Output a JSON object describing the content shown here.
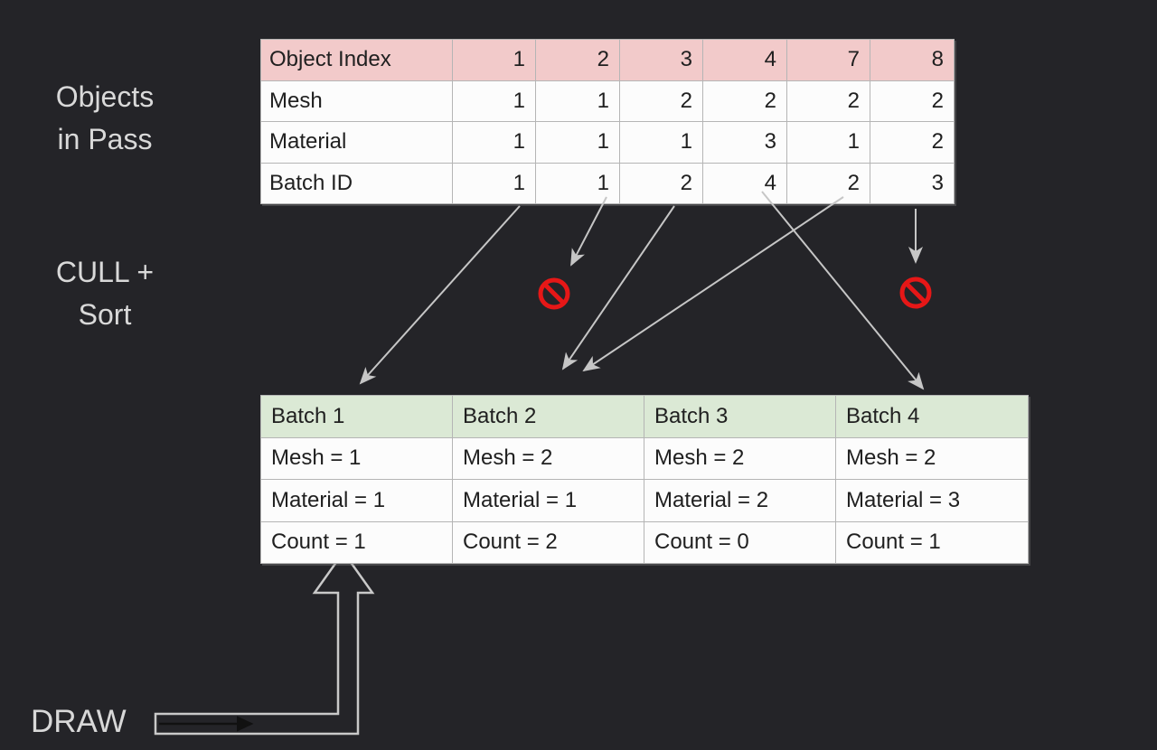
{
  "labels": {
    "objects_in_pass": {
      "line1": "Objects",
      "line2": "in Pass"
    },
    "cull_sort": {
      "line1": "CULL +",
      "line2": "Sort"
    },
    "draw": "DRAW"
  },
  "objects_table": {
    "header": {
      "label": "Object Index",
      "values": [
        "1",
        "2",
        "3",
        "4",
        "7",
        "8"
      ]
    },
    "rows": [
      {
        "label": "Mesh",
        "values": [
          "1",
          "1",
          "2",
          "2",
          "2",
          "2"
        ]
      },
      {
        "label": "Material",
        "values": [
          "1",
          "1",
          "1",
          "3",
          "1",
          "2"
        ]
      },
      {
        "label": "Batch ID",
        "values": [
          "1",
          "1",
          "2",
          "4",
          "2",
          "3"
        ]
      }
    ]
  },
  "batches_table": {
    "header": [
      "Batch 1",
      "Batch 2",
      "Batch 3",
      "Batch 4"
    ],
    "rows": [
      [
        "Mesh = 1",
        "Mesh = 2",
        "Mesh = 2",
        "Mesh = 2"
      ],
      [
        "Material = 1",
        "Material = 1",
        "Material = 2",
        "Material = 3"
      ],
      [
        "Count = 1",
        "Count = 2",
        "Count = 0",
        "Count = 1"
      ]
    ]
  },
  "flow": {
    "cull_sort_arrows": [
      {
        "object_index": "1",
        "target": "Batch 1"
      },
      {
        "object_index": "2",
        "target": "culled"
      },
      {
        "object_index": "3",
        "target": "Batch 2"
      },
      {
        "object_index": "4",
        "target": "Batch 4"
      },
      {
        "object_index": "7",
        "target": "Batch 2"
      },
      {
        "object_index": "8",
        "target": "culled"
      }
    ],
    "culled_icon": "no-entry-icon",
    "draw_arrow_target": "Batch 1"
  },
  "colors": {
    "background": "#242428",
    "objects_header_bg": "#f2caca",
    "batches_header_bg": "#dbe9d5",
    "cell_bg": "#fcfcfc",
    "table_text": "#202020",
    "label_text": "#d9d9d9",
    "arrow": "#c6c6c6",
    "no_entry_red": "#e61717",
    "draw_inner_arrow": "#111111"
  }
}
